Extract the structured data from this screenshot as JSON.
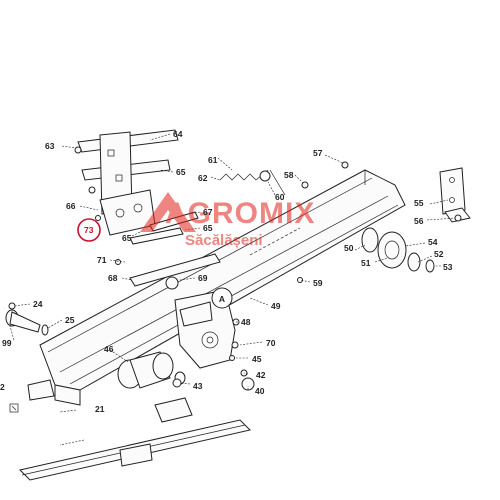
{
  "diagram": {
    "part_numbers": {
      "p63": "63",
      "p64": "64",
      "p65a": "65",
      "p66": "66",
      "p67": "67",
      "p73": "73",
      "p65b": "65",
      "p65c": "65",
      "p61": "61",
      "p62": "62",
      "p60": "60",
      "p58": "58",
      "p57": "57",
      "p71": "71",
      "p68": "68",
      "p69": "69",
      "p59": "59",
      "p49": "49",
      "p24": "24",
      "p25": "25",
      "p99": "99",
      "p48": "48",
      "p70": "70",
      "p45": "45",
      "p42": "42",
      "p43": "43",
      "p40": "40",
      "p46": "46",
      "p21": "21",
      "p22": "2",
      "p55": "55",
      "p56": "56",
      "p54": "54",
      "p50": "50",
      "p52": "52",
      "p51": "51",
      "p53": "53"
    },
    "section_marker": "A",
    "highlighted_part": "73",
    "highlight_color": "#c8102e",
    "watermark": {
      "line1": "AGROMIX",
      "line2": "Săcălășeni",
      "color": "#e2231a"
    }
  }
}
